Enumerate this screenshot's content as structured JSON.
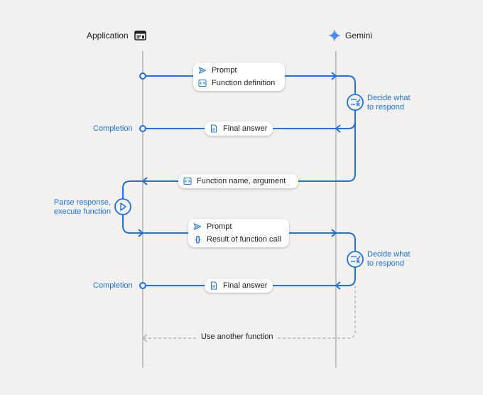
{
  "headers": {
    "application": "Application",
    "gemini": "Gemini"
  },
  "pills": {
    "prompt1": "Prompt",
    "function_definition": "Function definition",
    "final_answer1": "Final answer",
    "function_name_argument": "Function name,  argument",
    "prompt2": "Prompt",
    "result_of_function_call": "Result of function call",
    "final_answer2": "Final answer",
    "use_another_function": "Use another function"
  },
  "labels": {
    "decide1_line1": "Decide what",
    "decide1_line2": "to respond",
    "decide2_line1": "Decide what",
    "decide2_line2": "to respond",
    "completion1": "Completion",
    "completion2": "Completion",
    "parse_line1": "Parse response,",
    "parse_line2": "execute function"
  },
  "icons": {
    "app": "app-window-icon",
    "gemini": "gemini-sparkle-icon",
    "prompt": "send-arrow-icon",
    "code": "code-box-icon",
    "document": "document-icon",
    "braces": "braces-icon",
    "decide": "decide-checklist-icon",
    "execute": "play-icon"
  },
  "colors": {
    "accent": "#1a73e8",
    "lifeline": "#c4c4c4",
    "dashed": "#b8b8b8",
    "background": "#f2f1ef",
    "text": "#202124"
  }
}
